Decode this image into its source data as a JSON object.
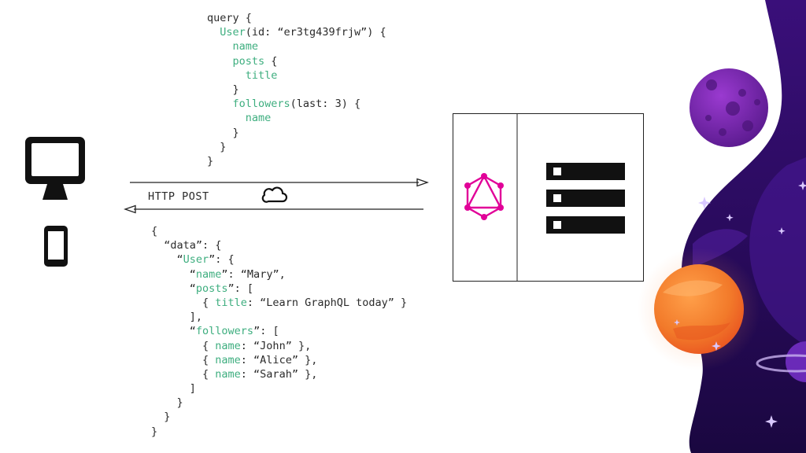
{
  "query_lines": [
    [
      {
        "t": "query {",
        "c": "plain"
      }
    ],
    [
      {
        "t": "  ",
        "c": "plain"
      },
      {
        "t": "User",
        "c": "field"
      },
      {
        "t": "(id: “er3tg439frjw”) {",
        "c": "plain"
      }
    ],
    [
      {
        "t": "    ",
        "c": "plain"
      },
      {
        "t": "name",
        "c": "field"
      }
    ],
    [
      {
        "t": "    ",
        "c": "plain"
      },
      {
        "t": "posts",
        "c": "field"
      },
      {
        "t": " {",
        "c": "plain"
      }
    ],
    [
      {
        "t": "      ",
        "c": "plain"
      },
      {
        "t": "title",
        "c": "field"
      }
    ],
    [
      {
        "t": "    }",
        "c": "plain"
      }
    ],
    [
      {
        "t": "    ",
        "c": "plain"
      },
      {
        "t": "followers",
        "c": "field"
      },
      {
        "t": "(last: 3) {",
        "c": "plain"
      }
    ],
    [
      {
        "t": "      ",
        "c": "plain"
      },
      {
        "t": "name",
        "c": "field"
      }
    ],
    [
      {
        "t": "    }",
        "c": "plain"
      }
    ],
    [
      {
        "t": "  }",
        "c": "plain"
      }
    ],
    [
      {
        "t": "}",
        "c": "plain"
      }
    ]
  ],
  "response_lines": [
    [
      {
        "t": "{",
        "c": "plain"
      }
    ],
    [
      {
        "t": "  “data”: {",
        "c": "plain"
      }
    ],
    [
      {
        "t": "    “",
        "c": "plain"
      },
      {
        "t": "User",
        "c": "field"
      },
      {
        "t": "”: {",
        "c": "plain"
      }
    ],
    [
      {
        "t": "      “",
        "c": "plain"
      },
      {
        "t": "name",
        "c": "field"
      },
      {
        "t": "”: “Mary”,",
        "c": "plain"
      }
    ],
    [
      {
        "t": "      “",
        "c": "plain"
      },
      {
        "t": "posts",
        "c": "field"
      },
      {
        "t": "”: [",
        "c": "plain"
      }
    ],
    [
      {
        "t": "        { ",
        "c": "plain"
      },
      {
        "t": "title",
        "c": "field"
      },
      {
        "t": ": “Learn GraphQL today” }",
        "c": "plain"
      }
    ],
    [
      {
        "t": "      ],",
        "c": "plain"
      }
    ],
    [
      {
        "t": "      “",
        "c": "plain"
      },
      {
        "t": "followers",
        "c": "field"
      },
      {
        "t": "”: [",
        "c": "plain"
      }
    ],
    [
      {
        "t": "        { ",
        "c": "plain"
      },
      {
        "t": "name",
        "c": "field"
      },
      {
        "t": ": “John” },",
        "c": "plain"
      }
    ],
    [
      {
        "t": "        { ",
        "c": "plain"
      },
      {
        "t": "name",
        "c": "field"
      },
      {
        "t": ": “Alice” },",
        "c": "plain"
      }
    ],
    [
      {
        "t": "        { ",
        "c": "plain"
      },
      {
        "t": "name",
        "c": "field"
      },
      {
        "t": ": “Sarah” },",
        "c": "plain"
      }
    ],
    [
      {
        "t": "      ]",
        "c": "plain"
      }
    ],
    [
      {
        "t": "    }",
        "c": "plain"
      }
    ],
    [
      {
        "t": "  }",
        "c": "plain"
      }
    ],
    [
      {
        "t": "}",
        "c": "plain"
      }
    ]
  ],
  "http_label": "HTTP POST",
  "icons": {
    "desktop": "desktop-monitor-icon",
    "mobile": "mobile-phone-icon",
    "cloud": "cloud-icon",
    "graphql": "graphql-logo-icon",
    "server": "server-rack-icon"
  },
  "colors": {
    "field": "#3eae7f",
    "text": "#2b2b2b",
    "graphql": "#e10098",
    "space_bg": "#2a0b5e",
    "planet_purple": "#7a2bb8",
    "planet_orange": "#f07a2a"
  }
}
